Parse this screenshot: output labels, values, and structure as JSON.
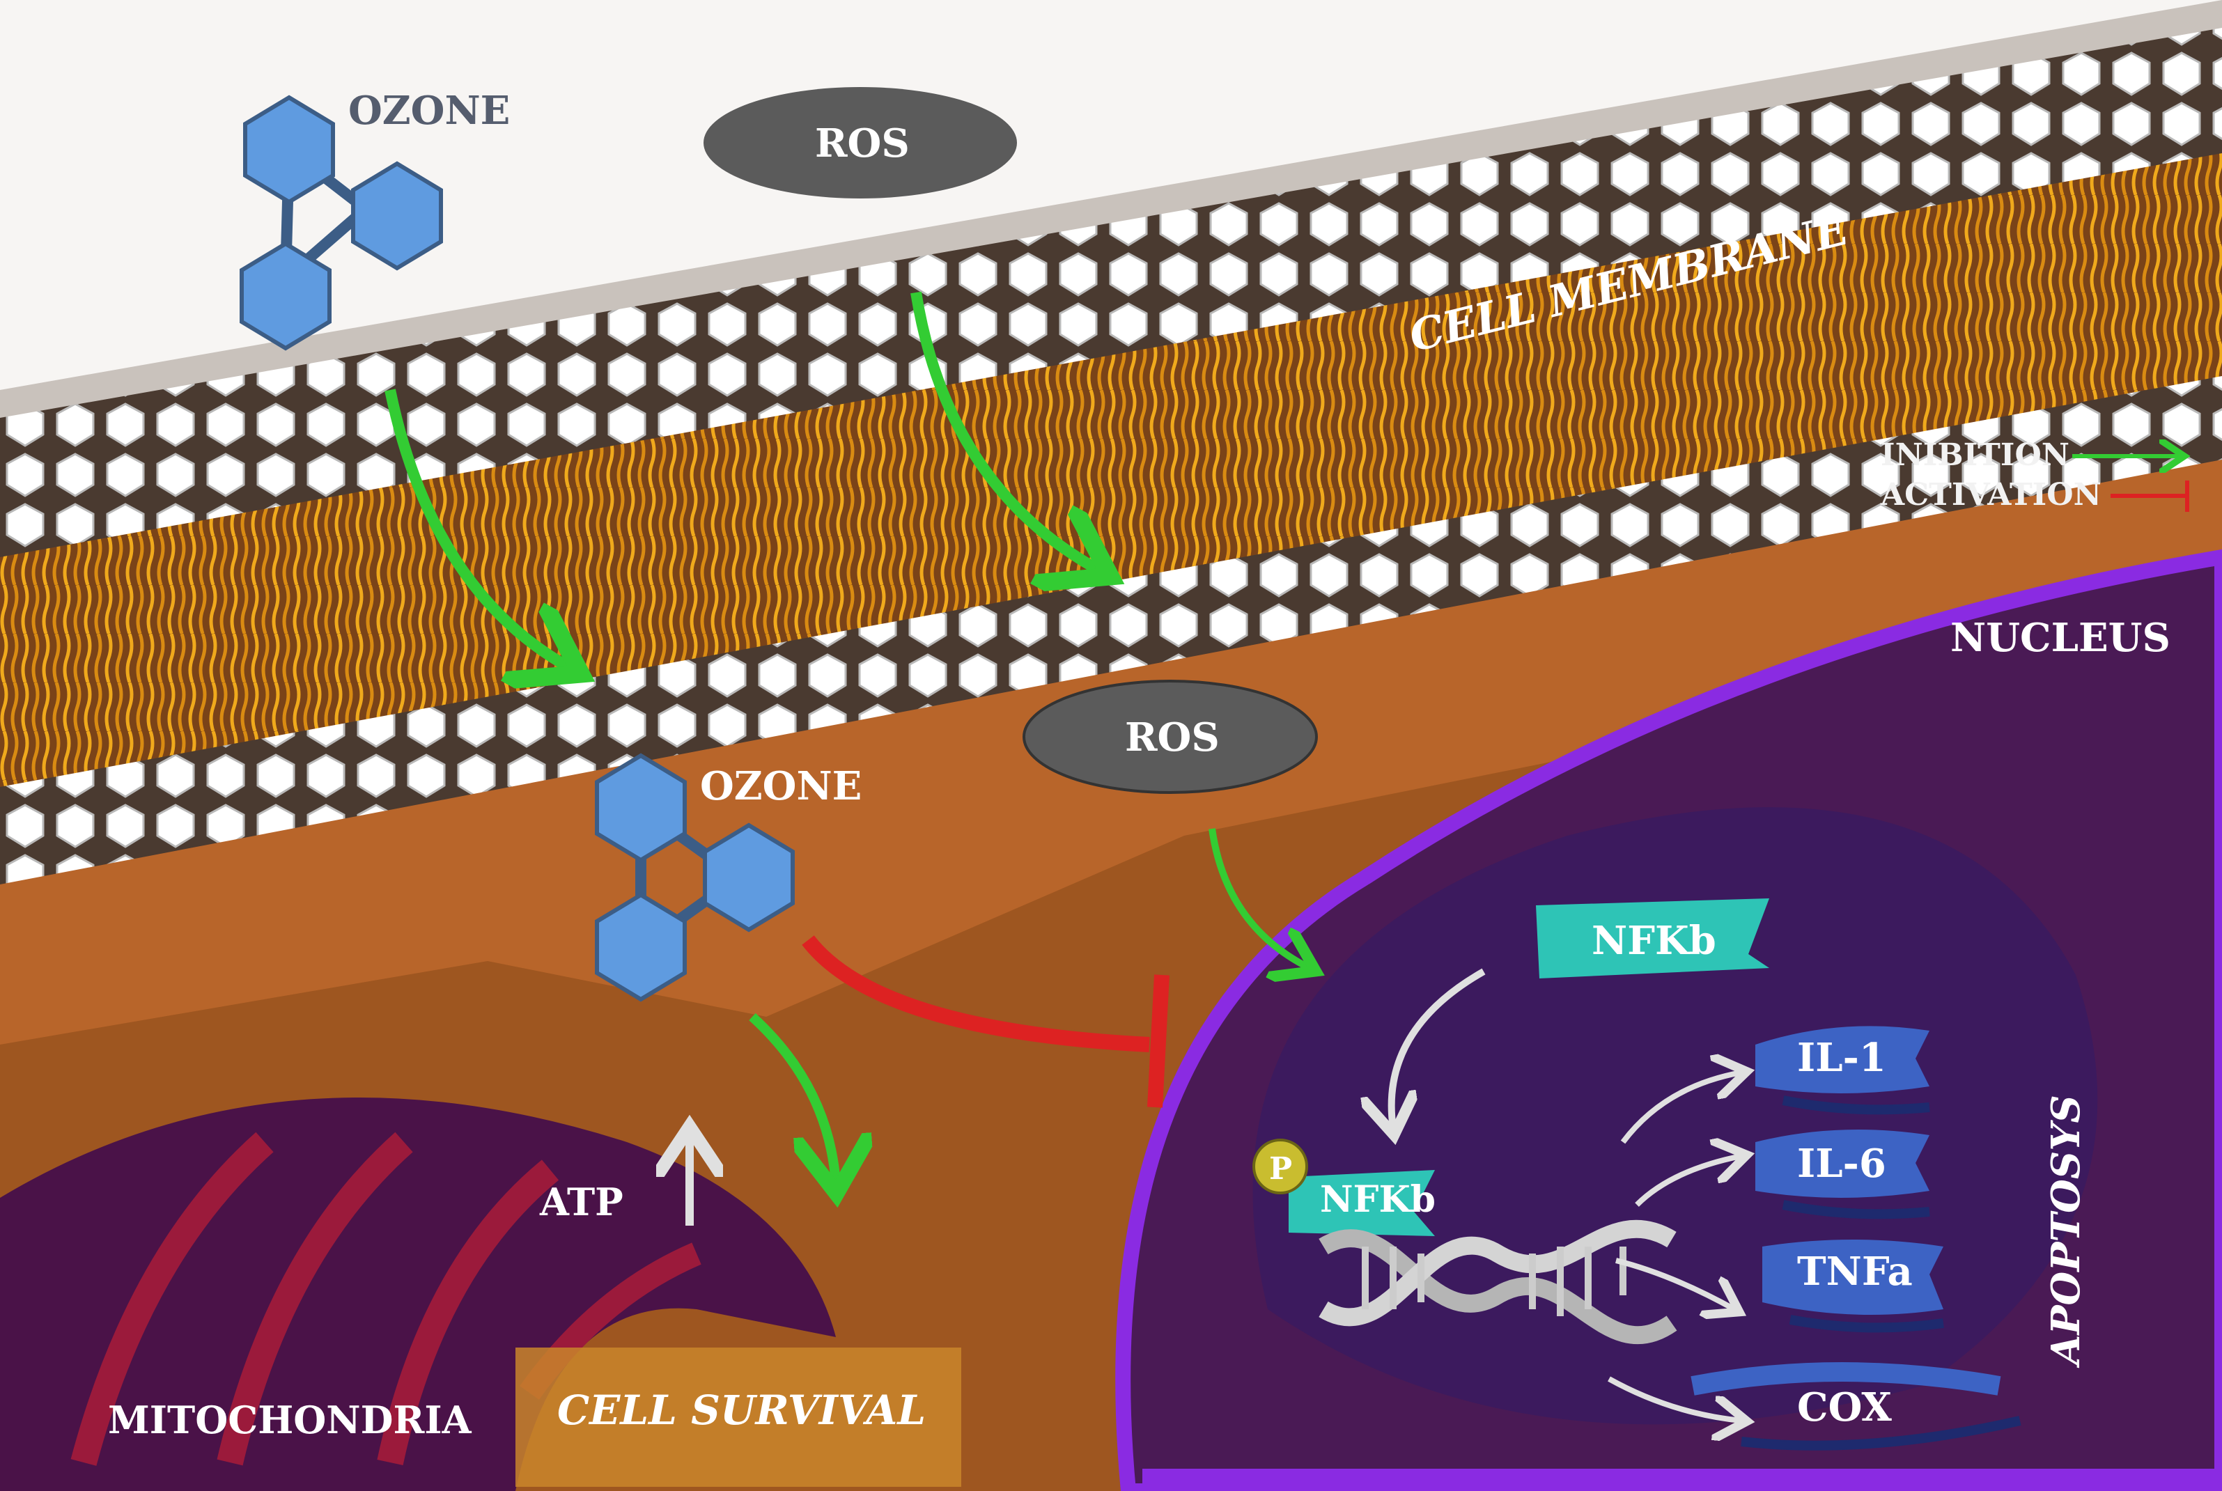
{
  "labels": {
    "ozone_outside": "OZONE",
    "ros_outside": "ROS",
    "cell_membrane": "CELL MEMBRANE",
    "legend_inhibition": "INIBITION",
    "legend_activation": "ACTIVATION",
    "nucleus": "NUCLEUS",
    "ros_inside": "ROS",
    "ozone_inside": "OZONE",
    "nfkb_top": "NFKb",
    "phospho": "P",
    "nfkb_bound": "NFKb",
    "il1": "IL-1",
    "il6": "IL-6",
    "tnfa": "TNFa",
    "cox": "COX",
    "apoptosys": "APOPTOSYS",
    "atp": "ATP",
    "mitochondria": "MITOCHONDRIA",
    "cell_survival": "CELL SURVIVAL"
  },
  "colors": {
    "outside": "#f7f5f3",
    "cytoplasm": "#b8652a",
    "cytoplasm_dark": "#9e5620",
    "membrane_tails": "#e8a21a",
    "membrane_heads": "#ffffff",
    "nucleus": "#4a1a55",
    "nucleus_inner": "#3c1a5e",
    "nuclear_envelope": "#8a2be2",
    "ozone": "#5f9be0",
    "ros": "#5b5b5b",
    "nfkb": "#2ec4b6",
    "cytokine": "#3d63c4",
    "arrow_activation": "#33cc33",
    "arrow_inhibition": "#dd2222",
    "mitochondria": "#4a1248",
    "mito_cristae": "#9b1a3b"
  }
}
